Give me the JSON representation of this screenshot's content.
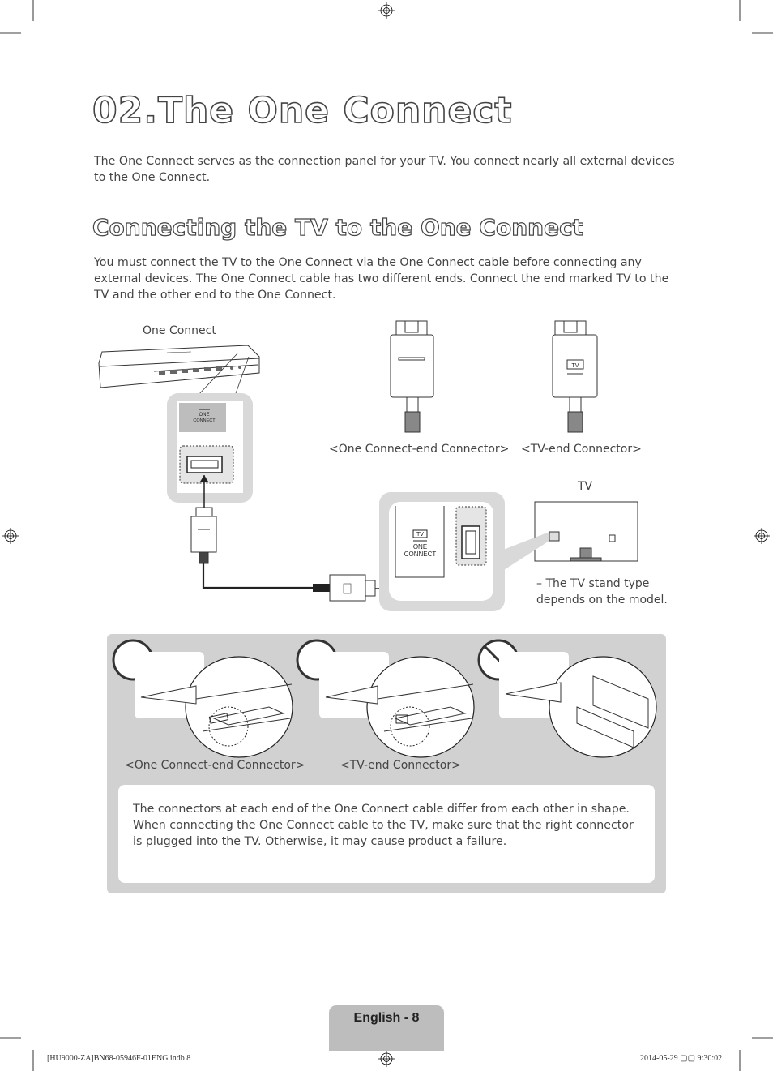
{
  "page": {
    "title": "02.The One Connect",
    "intro": "The One Connect serves as the connection panel for your TV. You connect nearly all external devices to the One Connect.",
    "section_title": "Connecting the TV to the One Connect",
    "section_body": "You must connect the TV to the One Connect via the One Connect cable before connecting any external devices. The One Connect cable has two different ends. Connect the end marked TV to the TV and the other end to the One Connect."
  },
  "diagram": {
    "one_connect_label": "One Connect",
    "one_connect_end_caption": "<One Connect-end Connector>",
    "tv_end_caption": "<TV-end Connector>",
    "tv_label": "TV",
    "tv_connector_badge": "TV",
    "port_label_one": "ONE",
    "port_label_connect": "CONNECT",
    "stand_note": "– The TV stand type depends on the model."
  },
  "warning": {
    "caption_left": "<One Connect-end Connector>",
    "caption_right": "<TV-end Connector>",
    "note": "The connectors at each end of the One Connect cable differ from each other in shape. When connecting the One Connect cable to the TV, make sure that the right connector is plugged into the TV. Otherwise, it may cause product a failure."
  },
  "footer": {
    "page_label": "English - 8",
    "imprint_left": "[HU9000-ZA]BN68-05946F-01ENG.indb   8",
    "imprint_right": "2014-05-29   ▢▢ 9:30:02"
  }
}
